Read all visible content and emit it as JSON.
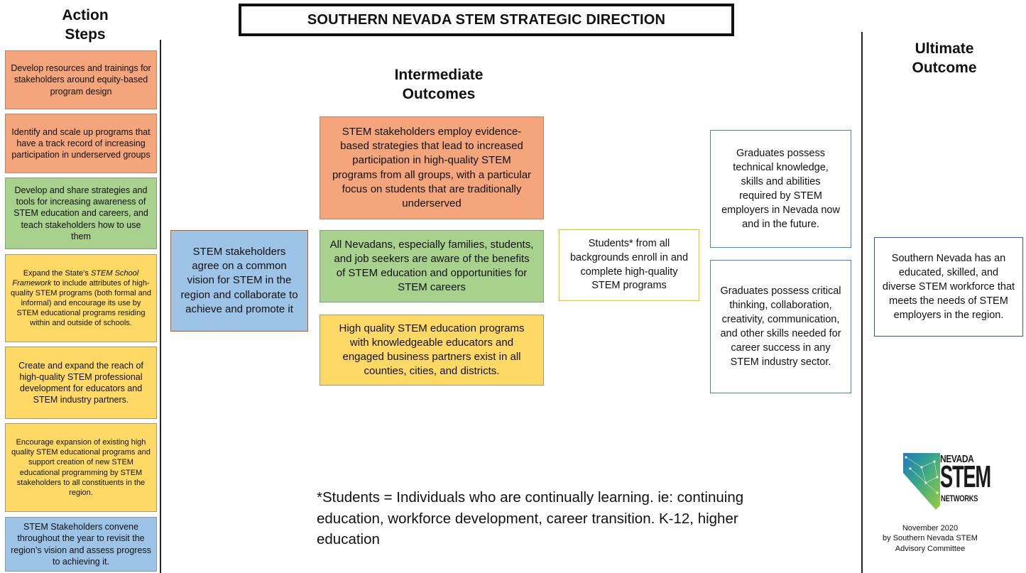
{
  "title": "SOUTHERN NEVADA STEM STRATEGIC DIRECTION",
  "headings": {
    "action_steps_line1": "Action",
    "action_steps_line2": "Steps",
    "intermediate_line1": "Intermediate",
    "intermediate_line2": "Outcomes",
    "ultimate_line1": "Ultimate",
    "ultimate_line2": "Outcome"
  },
  "action_steps": [
    {
      "text": "Develop resources and trainings for stakeholders around equity-based program design",
      "color": "#f4a57b"
    },
    {
      "text": "Identify and scale up programs that have a track record of increasing participation in underserved groups",
      "color": "#f4a57b"
    },
    {
      "text": "Develop and share strategies and tools for increasing awareness of STEM education and careers, and teach stakeholders how to use them",
      "color": "#a8d18d"
    },
    {
      "text_before": "Expand the State’s ",
      "text_italic": "STEM School Framework",
      "text_after": " to include attributes of high-quality STEM programs (both formal and informal) and encourage its use by STEM educational programs residing within and outside of schools.",
      "color": "#fed966"
    },
    {
      "text": "Create and expand the reach of high-quality STEM professional development for educators and STEM industry partners.",
      "color": "#fed966"
    },
    {
      "text": "Encourage expansion of existing high quality STEM educational programs and support creation of new STEM educational programming by STEM stakeholders to all constituents in the region.",
      "color": "#fed966"
    },
    {
      "text": "STEM Stakeholders convene throughout the year to revisit the region’s vision and assess progress to achieving it.",
      "color": "#9dc3e6"
    }
  ],
  "vision_box": "STEM stakeholders agree on a common vision for STEM in the region and collaborate to achieve and promote it",
  "intermediate": [
    {
      "text": "STEM stakeholders employ evidence-based strategies that lead to increased participation in high-quality STEM programs from all groups, with a particular focus on students that are traditionally underserved",
      "color": "#f4a57b"
    },
    {
      "text": "All Nevadans, especially families, students, and job seekers are aware of the benefits of STEM education and opportunities for STEM careers",
      "color": "#a8d18d"
    },
    {
      "text": "High quality STEM education programs with knowledgeable educators and engaged business partners exist in all counties, cities, and districts.",
      "color": "#fed966"
    }
  ],
  "students_box": "Students* from all backgrounds enroll in and complete high-quality STEM programs",
  "graduates": [
    {
      "text": "Graduates possess technical knowledge, skills and abilities required by STEM employers in Nevada now and in the future."
    },
    {
      "text": "Graduates possess critical thinking, collaboration, creativity, communication, and other skills needed for career success in any STEM industry sector."
    }
  ],
  "ultimate_box": "Southern Nevada has an educated, skilled, and diverse STEM workforce that meets the needs of STEM employers in the region.",
  "footnote": "*Students = Individuals who are continually learning. ie: continuing education, workforce  development, career transition. K-12, higher education",
  "logo": {
    "line1": "NEVADA",
    "line2": "STEM",
    "line3": "NETWORKS"
  },
  "credit": {
    "line1": "November 2020",
    "line2": "by Southern Nevada STEM",
    "line3": "Advisory Committee"
  }
}
